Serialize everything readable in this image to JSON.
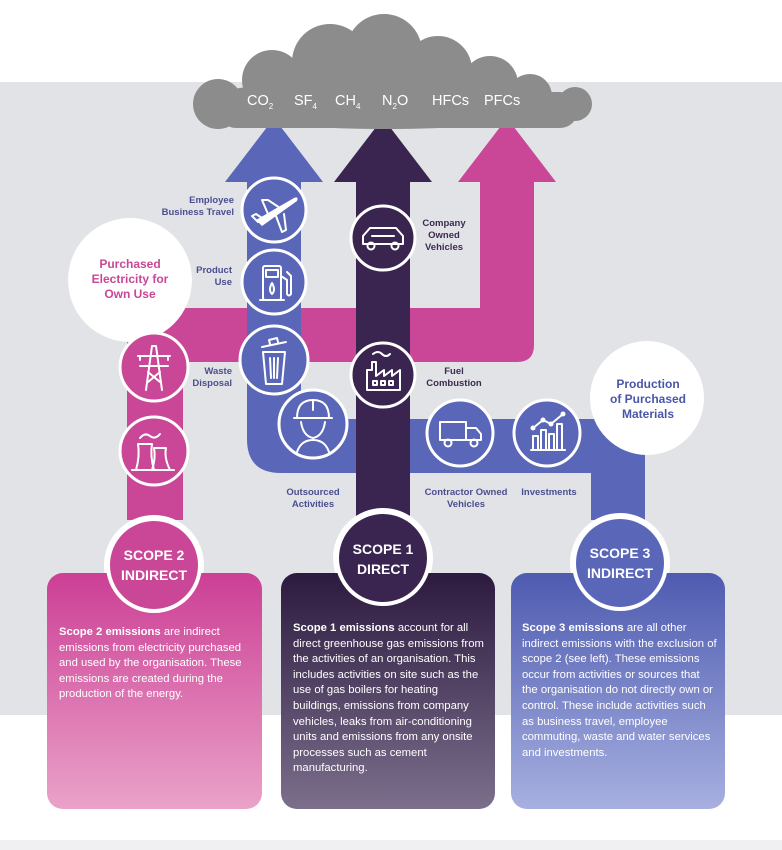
{
  "gases": [
    {
      "base": "CO",
      "sub": "2"
    },
    {
      "base": "SF",
      "sub": "4"
    },
    {
      "base": "CH",
      "sub": "4"
    },
    {
      "base": "N",
      "sub": "2",
      "tail": "O"
    },
    {
      "base": "HFCs",
      "sub": ""
    },
    {
      "base": "PFCs",
      "sub": ""
    }
  ],
  "labels": {
    "employee_travel": "Employee\nBusiness Travel",
    "product_use": "Product\nUse",
    "waste_disposal": "Waste\nDisposal",
    "company_vehicles": "Company\nOwned\nVehicles",
    "fuel_combustion": "Fuel\nCombustion",
    "outsourced": "Outsourced\nActivities",
    "contractor_vehicles": "Contractor Owned\nVehicles",
    "investments": "Investments"
  },
  "callouts": {
    "purchased_electricity": "Purchased\nElectricity for\nOwn Use",
    "production_materials": "Production\nof Purchased\nMaterials"
  },
  "scopes": [
    {
      "id": "scope2",
      "title": "SCOPE 2\nINDIRECT",
      "lead": "Scope 2 emissions",
      "body": " are indirect emissions from electricity purchased and used by the organisation. These emissions are created during the production of the energy."
    },
    {
      "id": "scope1",
      "title": "SCOPE 1\nDIRECT",
      "lead": "Scope 1 emissions",
      "body": " account for all direct greenhouse gas emissions from the activities of an organisation. This includes activities on site such as the use of gas boilers for heating buildings, emissions from company vehicles, leaks from air-conditioning units and emissions from any onsite processes such as cement manufacturing."
    },
    {
      "id": "scope3",
      "title": "SCOPE 3\nINDIRECT",
      "lead": "Scope 3 emissions",
      "body": " are all other indirect emissions with the exclusion of scope 2 (see left). These emissions occur from activities or sources that the organisation do not directly own or control. These include activities such as business travel, employee commuting, waste and water services and investments."
    }
  ],
  "icons": [
    "airplane-icon",
    "fuel-pump-icon",
    "waste-bin-icon",
    "worker-helmet-icon",
    "car-icon",
    "factory-icon",
    "truck-icon",
    "chart-icon",
    "pylon-icon",
    "power-plant-icon"
  ],
  "colors": {
    "magenta": "#c94796",
    "blue": "#5a66b8",
    "dark_purple": "#3a2550",
    "cloud": "#8c8c8c",
    "band": "#e2e3e6"
  }
}
